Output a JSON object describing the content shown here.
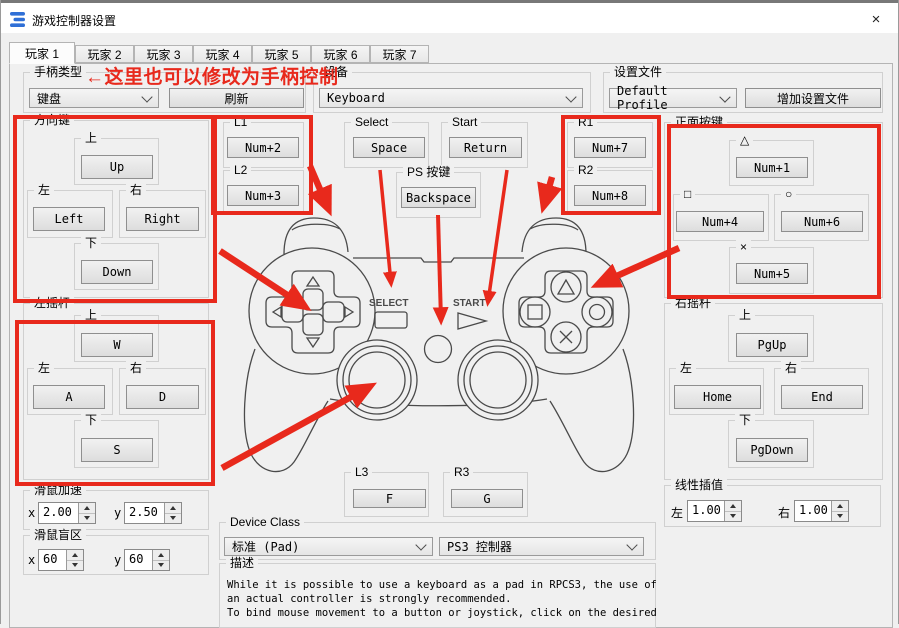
{
  "window": {
    "title": "游戏控制器设置",
    "close_glyph": "×"
  },
  "tabs": {
    "items": [
      "玩家 1",
      "玩家 2",
      "玩家 3",
      "玩家 4",
      "玩家 5",
      "玩家 6",
      "玩家 7"
    ]
  },
  "annotation": {
    "note": "←这里也可以修改为手柄控制",
    "red": "#e8291c"
  },
  "handler": {
    "title": "手柄类型",
    "selected": "键盘",
    "refresh_label": "刷新"
  },
  "device": {
    "title": "设备",
    "selected": "Keyboard"
  },
  "profile": {
    "title": "设置文件",
    "selected": "Default Profile",
    "add_label": "增加设置文件"
  },
  "dpad": {
    "title": "方向键",
    "up_label": "上",
    "up_key": "Up",
    "left_label": "左",
    "left_key": "Left",
    "right_label": "右",
    "right_key": "Right",
    "down_label": "下",
    "down_key": "Down"
  },
  "left_stick": {
    "title": "左摇杆",
    "up_label": "上",
    "up_key": "W",
    "left_label": "左",
    "left_key": "A",
    "right_label": "右",
    "right_key": "D",
    "down_label": "下",
    "down_key": "S"
  },
  "right_stick": {
    "title": "右摇杆",
    "up_label": "上",
    "up_key": "PgUp",
    "left_label": "左",
    "left_key": "Home",
    "right_label": "右",
    "right_key": "End",
    "down_label": "下",
    "down_key": "PgDown"
  },
  "face": {
    "title": "正面按键",
    "triangle_label": "△",
    "triangle_key": "Num+1",
    "square_label": "□",
    "square_key": "Num+4",
    "circle_label": "○",
    "circle_key": "Num+6",
    "cross_label": "×",
    "cross_key": "Num+5"
  },
  "shoulders": {
    "l1_label": "L1",
    "l1_key": "Num+2",
    "l2_label": "L2",
    "l2_key": "Num+3",
    "r1_label": "R1",
    "r1_key": "Num+7",
    "r2_label": "R2",
    "r2_key": "Num+8",
    "l3_label": "L3",
    "l3_key": "F",
    "r3_label": "R3",
    "r3_key": "G"
  },
  "select_btn": {
    "title": "Select",
    "key": "Space"
  },
  "start_btn": {
    "title": "Start",
    "key": "Return"
  },
  "ps_btn": {
    "title": "PS 按键",
    "key": "Backspace"
  },
  "mouse_accel": {
    "title": "滑鼠加速",
    "x_label": "x",
    "x_value": "2.00",
    "y_label": "y",
    "y_value": "2.50"
  },
  "mouse_deadzone": {
    "title": "滑鼠盲区",
    "x_label": "x",
    "x_value": "60",
    "y_label": "y",
    "y_value": "60"
  },
  "interpolation": {
    "title": "线性插值",
    "left_label": "左",
    "left_value": "1.00",
    "right_label": "右",
    "right_value": "1.00"
  },
  "device_class": {
    "title": "Device Class",
    "class_selected": "标准 (Pad)",
    "profile_selected": "PS3 控制器"
  },
  "description": {
    "title": "描述",
    "line1": "While it is possible to use a keyboard as a pad in RPCS3, the use of",
    "line2": "an actual controller is strongly recommended.",
    "line3": "To bind mouse movement to a button or joystick, click on the desired"
  },
  "diagram": {
    "select_label": "SELECT",
    "start_label": "START"
  }
}
